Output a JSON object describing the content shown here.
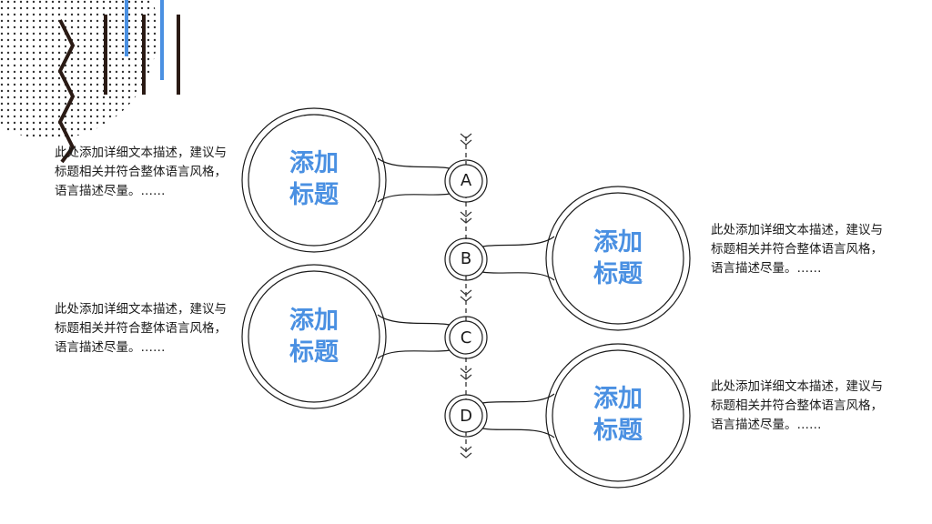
{
  "colors": {
    "accent": "#4a90e2",
    "line": "#1a1a1a",
    "dark_stripe": "#2a1a14"
  },
  "nodes": [
    {
      "letter": "A",
      "title_line1": "添加",
      "title_line2": "标题",
      "description": "此处添加详细文本描述，建议与标题相关并符合整体语言风格，语言描述尽量。……"
    },
    {
      "letter": "B",
      "title_line1": "添加",
      "title_line2": "标题",
      "description": "此处添加详细文本描述，建议与标题相关并符合整体语言风格，语言描述尽量。……"
    },
    {
      "letter": "C",
      "title_line1": "添加",
      "title_line2": "标题",
      "description": "此处添加详细文本描述，建议与标题相关并符合整体语言风格，语言描述尽量。……"
    },
    {
      "letter": "D",
      "title_line1": "添加",
      "title_line2": "标题",
      "description": "此处添加详细文本描述，建议与标题相关并符合整体语言风格，语言描述尽量。……"
    }
  ]
}
